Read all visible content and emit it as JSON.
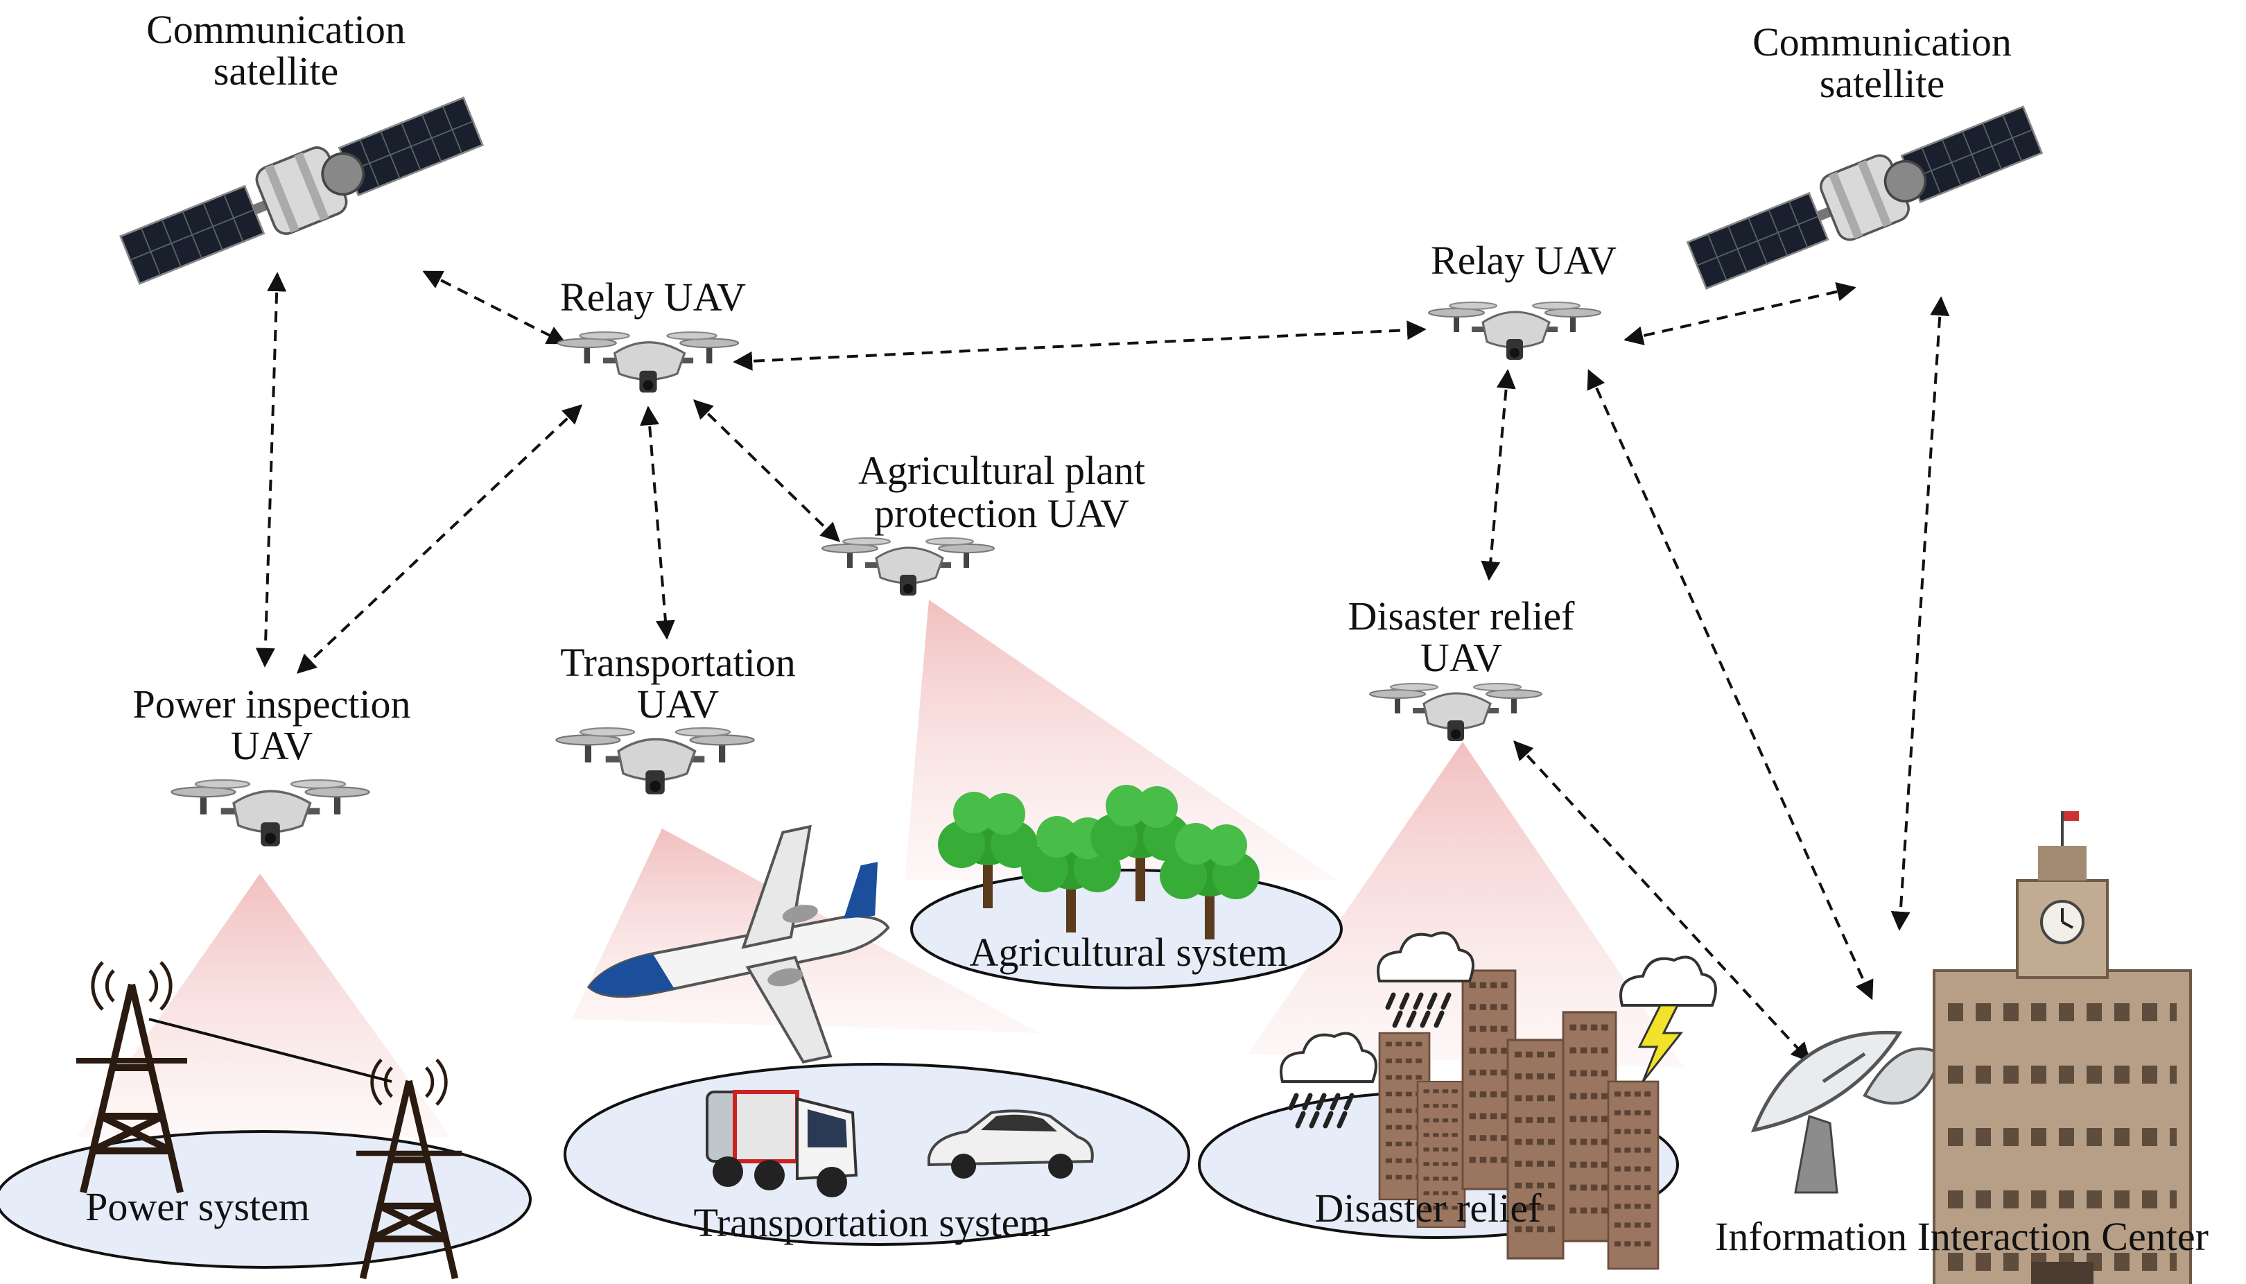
{
  "labels": {
    "sat_left": [
      "Communication",
      "satellite"
    ],
    "sat_right": [
      "Communication",
      "satellite"
    ],
    "relay_left": "Relay UAV",
    "relay_right": "Relay UAV",
    "agri_uav": [
      "Agricultural plant",
      "protection UAV"
    ],
    "power_uav": [
      "Power inspection",
      "UAV"
    ],
    "transport_uav": [
      "Transportation",
      "UAV"
    ],
    "disaster_uav": [
      "Disaster relief",
      "UAV"
    ],
    "power_system": "Power system",
    "transport_system": "Transportation system",
    "agri_system": "Agricultural system",
    "disaster_relief": "Disaster relief",
    "info_center": "Information Interaction Center"
  },
  "icons": {
    "satellite": "satellite-icon",
    "uav": "quadcopter-drone-icon",
    "tower": "transmission-tower-icon",
    "tree": "tree-icon",
    "airplane": "airplane-icon",
    "truck": "truck-icon",
    "car": "car-icon",
    "building": "skyscraper-icon",
    "cloud": "rain-cloud-icon",
    "dish": "satellite-dish-icon",
    "center_building": "clock-tower-building-icon"
  },
  "colors": {
    "beam": "#f3c6c6",
    "ellipse_fill": "#e6ecf8",
    "tree_green": "#2f9e2f",
    "building_brown": "#9a7560",
    "airplane_blue": "#1b4f9c"
  }
}
